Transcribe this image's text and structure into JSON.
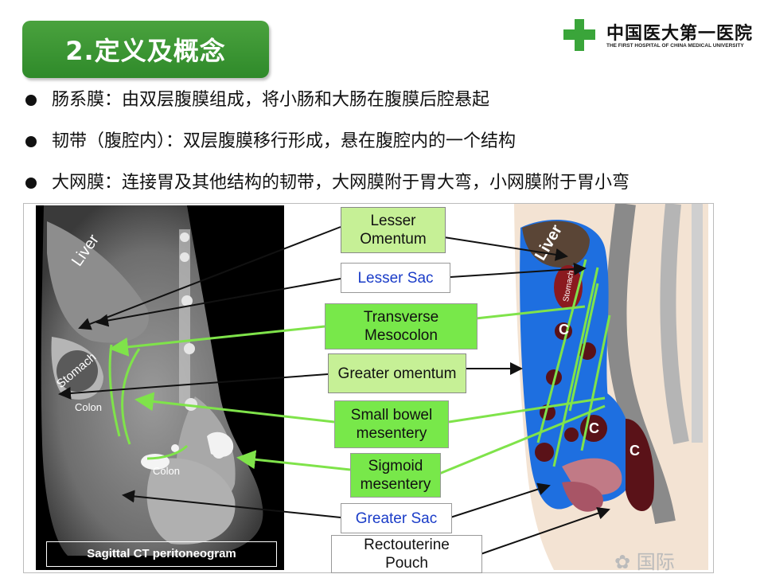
{
  "header": {
    "title": "2.定义及概念",
    "logo_text": "中国医大第一医院",
    "logo_subtext": "THE FIRST HOSPITAL OF CHINA MEDICAL UNIVERSITY"
  },
  "bullets": [
    "肠系膜：由双层腹膜组成，将小肠和大肠在腹膜后腔悬起",
    "韧带（腹腔内）：双层腹膜移行形成，悬在腹腔内的一个结构",
    "大网膜：连接胃及其他结构的韧带，大网膜附于胃大弯，小网膜附于胃小弯"
  ],
  "figure": {
    "ct_caption": "Sagittal CT peritoneogram",
    "ct_labels": {
      "liver": "Liver",
      "stomach": "Stomach",
      "colon_1": "Colon",
      "colon_2": "Colon"
    },
    "labels": {
      "lesser_omentum": [
        "Lesser",
        "Omentum"
      ],
      "lesser_sac": "Lesser Sac",
      "transverse_mesocolon": [
        "Transverse",
        "Mesocolon"
      ],
      "greater_omentum": "Greater omentum",
      "small_bowel_mesentery": [
        "Small bowel",
        "mesentery"
      ],
      "sigmoid_mesentery": [
        "Sigmoid",
        "mesentery"
      ],
      "greater_sac": "Greater Sac",
      "rectouterine_pouch": [
        "Rectouterine",
        "Pouch"
      ]
    },
    "diagram_labels": {
      "liver": "Liver",
      "stomach": "Stomach",
      "colon_a": "C",
      "colon_b": "C",
      "colon_c": "C"
    }
  },
  "watermark": "国际",
  "colors": {
    "title_green": "#3a9634",
    "label_green": "#78e84a",
    "label_light_green": "#c6f096",
    "peritoneum_blue": "#1e6fe0",
    "arrow_green": "#7fe34a"
  }
}
